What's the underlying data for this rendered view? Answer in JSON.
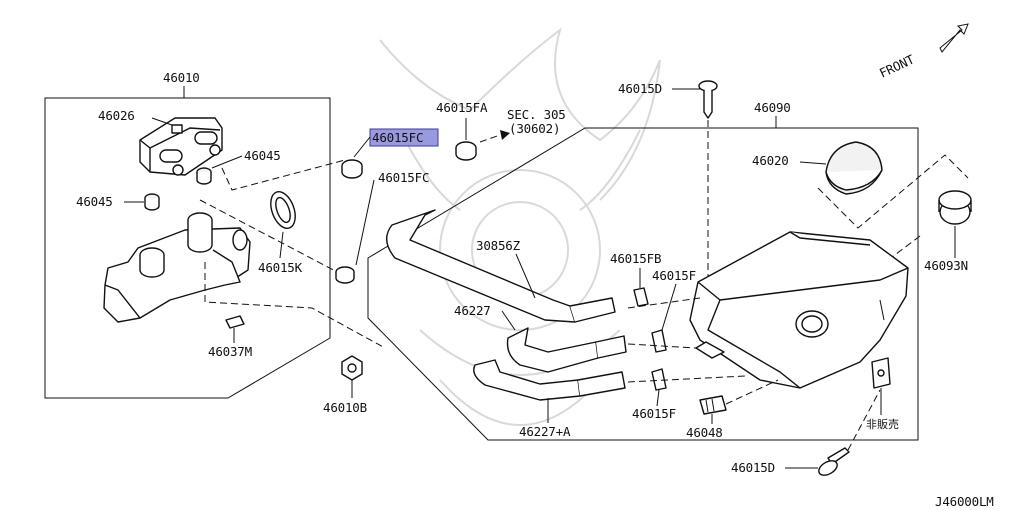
{
  "diagram": {
    "drawing_code": "J46000LM",
    "front_label": "FRONT",
    "parts": {
      "p46010": "46010",
      "p46026": "46026",
      "p46045_a": "46045",
      "p46045_b": "46045",
      "p46015K": "46015K",
      "p46037M": "46037M",
      "p46010B": "46010B",
      "p46015FC_a": "46015FC",
      "p46015FC_b": "46015FC",
      "p46015FA": "46015FA",
      "sec_ref": "SEC. 305",
      "sec_ref_sub": "(30602)",
      "p30856Z": "30856Z",
      "p46227": "46227",
      "p46227A": "46227+A",
      "p46015FB": "46015FB",
      "p46015F_a": "46015F",
      "p46015F_b": "46015F",
      "p46015D_a": "46015D",
      "p46015D_b": "46015D",
      "p46090": "46090",
      "p46020": "46020",
      "p46093N": "46093N",
      "p46048": "46048",
      "not_sold": "非販売"
    },
    "highlight_color": "#9999dd"
  }
}
